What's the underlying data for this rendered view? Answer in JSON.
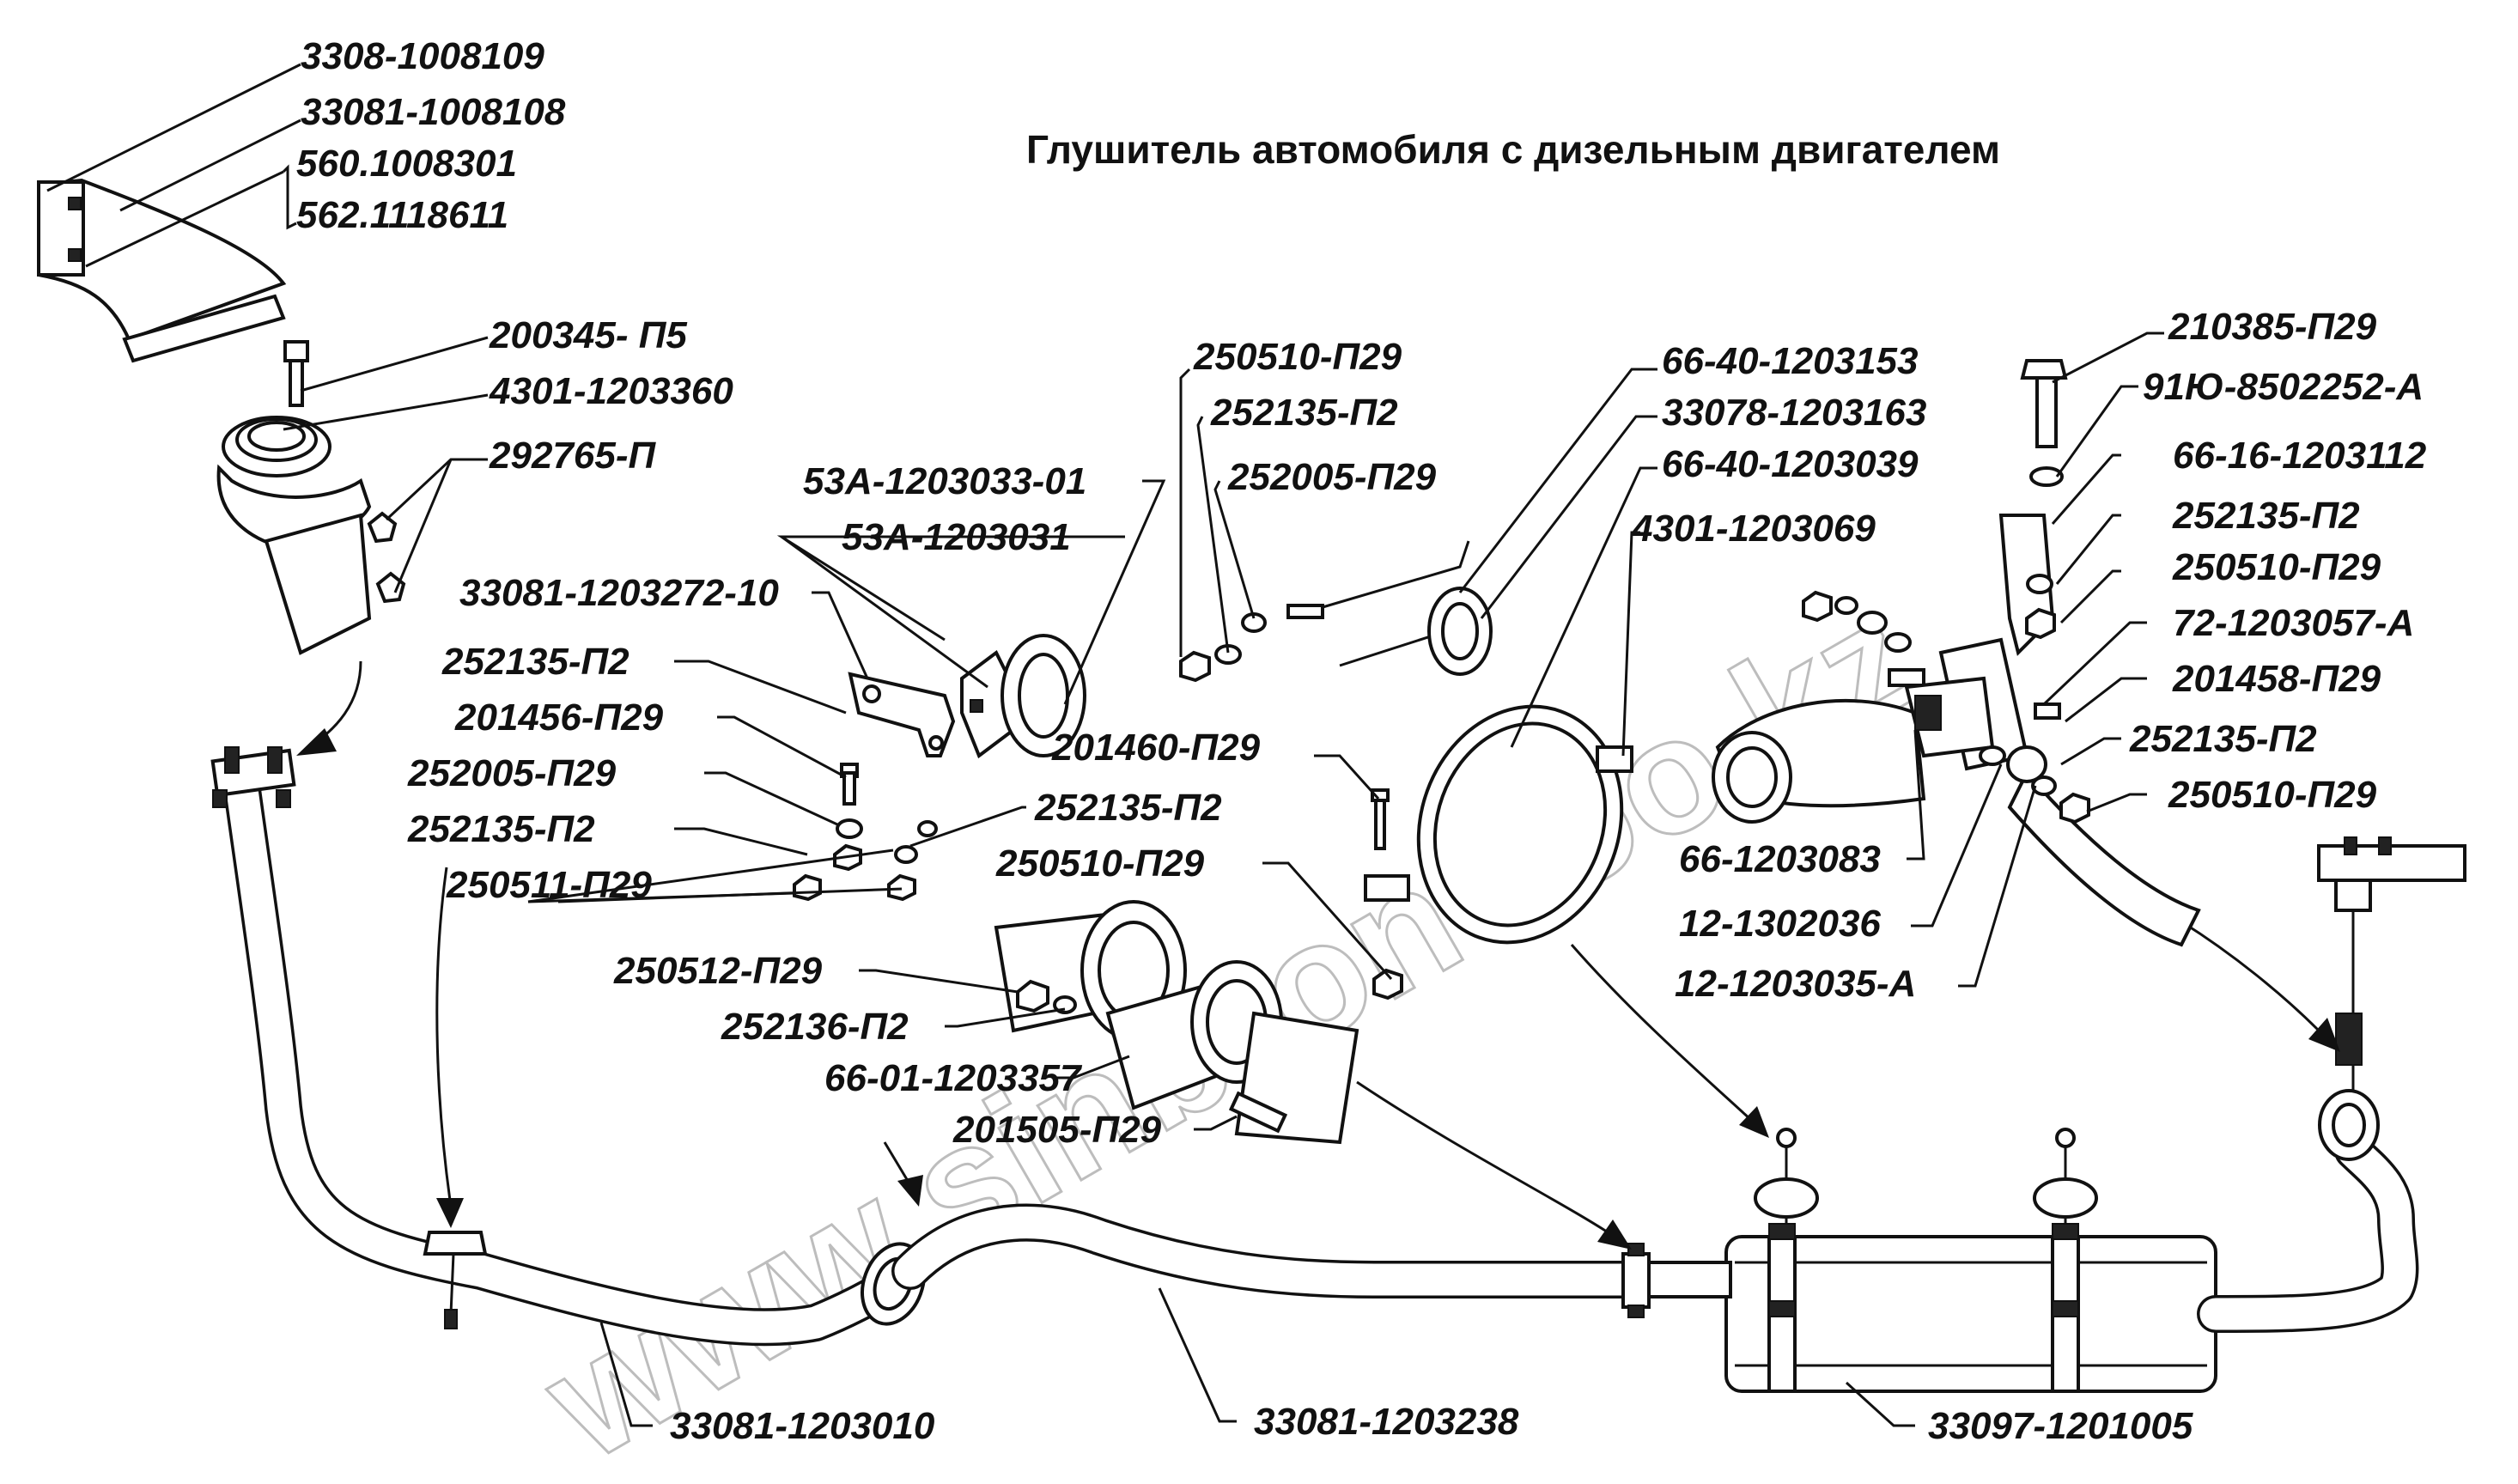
{
  "title": "Глушитель автомобиля с дизельным двигателем",
  "watermark": "www.sinbron-too.kz",
  "labels": {
    "l1": "3308-1008109",
    "l2": "33081-1008108",
    "l3": "560.1008301",
    "l4": "562.1118611",
    "l5": "200345- П5",
    "l6": "4301-1203360",
    "l7": "292765-П",
    "l8": "53А-1203033-01",
    "l9": "53А-1203031",
    "l10": "33081-1203272-10",
    "l11": "252135-П2",
    "l12": "201456-П29",
    "l13": "252005-П29",
    "l14": "252135-П2",
    "l15": "250511-П29",
    "l16": "252135-П2",
    "l17": "250510-П29",
    "l18": "250512-П29",
    "l19": "252136-П2",
    "l20": "66-01-1203357",
    "l21": "201505-П29",
    "l22": "250510-П29",
    "l23": "252135-П2",
    "l24": "252005-П29",
    "l25": "201460-П29",
    "l26": "66-40-1203153",
    "l27": "33078-1203163",
    "l28": "66-40-1203039",
    "l29": "4301-1203069",
    "l30": "210385-П29",
    "l31": "91Ю-8502252-А",
    "l32": "66-16-1203112",
    "l33": "252135-П2",
    "l34": "250510-П29",
    "l35": "72-1203057-А",
    "l36": "201458-П29",
    "l37": "252135-П2",
    "l38": "250510-П29",
    "l39": "66-1203083",
    "l40": "12-1302036",
    "l41": "12-1203035-А",
    "l42": "33081-1203010",
    "l43": "33081-1203238",
    "l44": "33097-1201005"
  }
}
